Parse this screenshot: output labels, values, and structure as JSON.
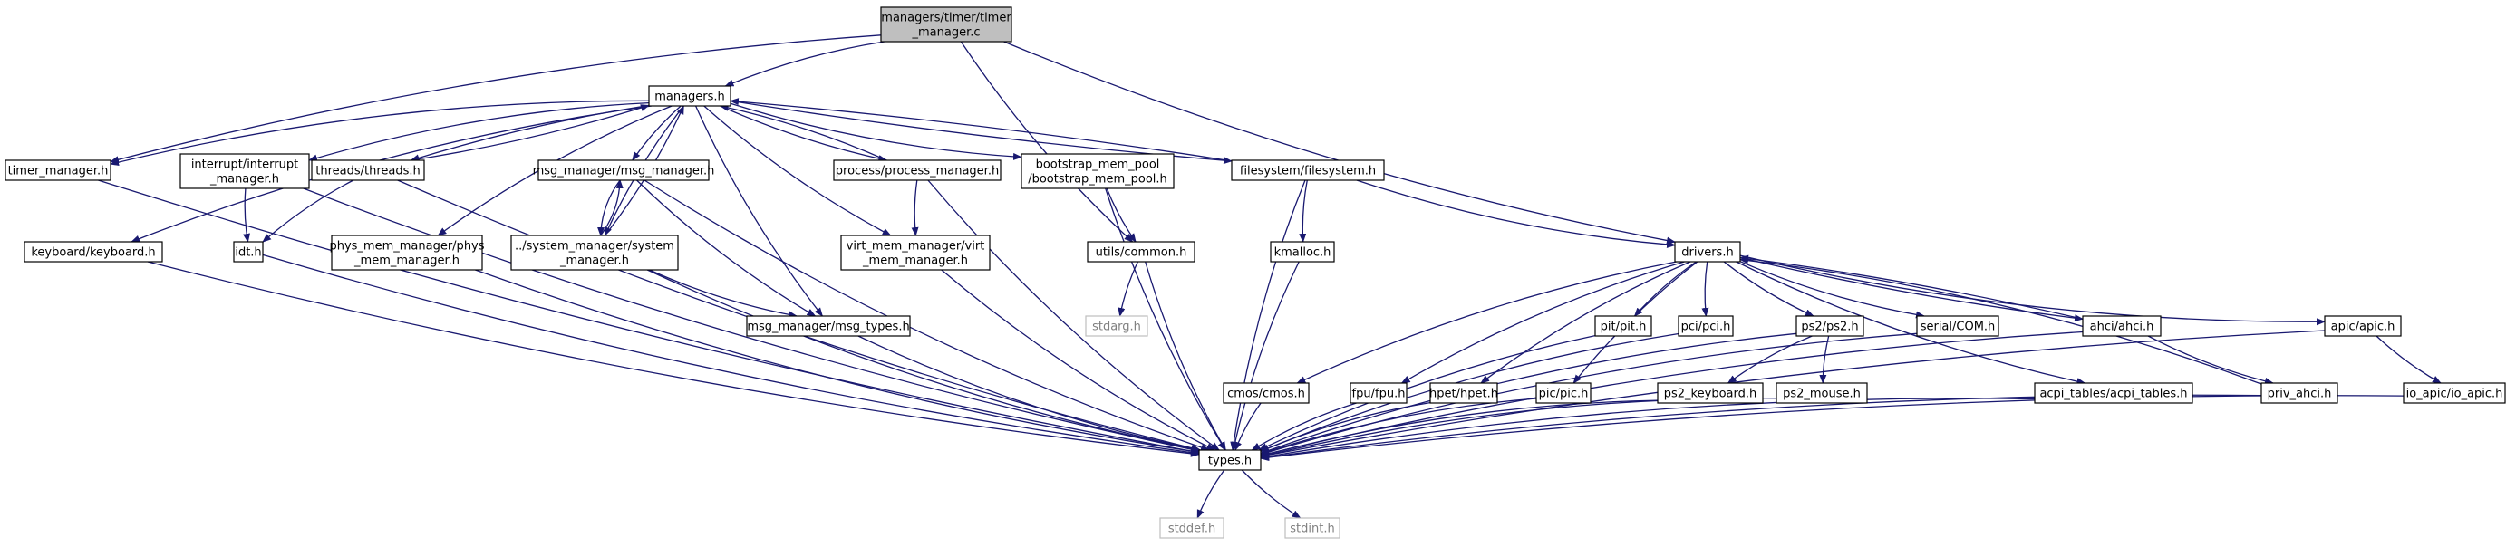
{
  "colors": {
    "edge": "#191970",
    "node_border": "#000000",
    "node_fill": "#ffffff",
    "root_fill": "#bfbfbf",
    "system_border": "#bfbfbf",
    "system_text": "#808080"
  },
  "nodes": [
    {
      "id": "timer_manager_c",
      "lines": [
        "managers/timer/timer",
        "_manager.c"
      ],
      "kind": "root"
    },
    {
      "id": "managers_h",
      "lines": [
        "managers.h"
      ],
      "kind": "file"
    },
    {
      "id": "timer_manager_h",
      "lines": [
        "timer_manager.h"
      ],
      "kind": "file"
    },
    {
      "id": "interrupt_manager_h",
      "lines": [
        "interrupt/interrupt",
        "_manager.h"
      ],
      "kind": "file"
    },
    {
      "id": "threads_h",
      "lines": [
        "threads/threads.h"
      ],
      "kind": "file"
    },
    {
      "id": "msg_manager_h",
      "lines": [
        "msg_manager/msg_manager.h"
      ],
      "kind": "file"
    },
    {
      "id": "process_manager_h",
      "lines": [
        "process/process_manager.h"
      ],
      "kind": "file"
    },
    {
      "id": "bootstrap_mem_pool_h",
      "lines": [
        "bootstrap_mem_pool",
        "/bootstrap_mem_pool.h"
      ],
      "kind": "file"
    },
    {
      "id": "filesystem_h",
      "lines": [
        "filesystem/filesystem.h"
      ],
      "kind": "file"
    },
    {
      "id": "keyboard_h",
      "lines": [
        "keyboard/keyboard.h"
      ],
      "kind": "file"
    },
    {
      "id": "idt_h",
      "lines": [
        "idt.h"
      ],
      "kind": "file"
    },
    {
      "id": "phys_mem_manager_h",
      "lines": [
        "phys_mem_manager/phys",
        "_mem_manager.h"
      ],
      "kind": "file"
    },
    {
      "id": "system_manager_h",
      "lines": [
        "../system_manager/system",
        "_manager.h"
      ],
      "kind": "file"
    },
    {
      "id": "virt_mem_manager_h",
      "lines": [
        "virt_mem_manager/virt",
        "_mem_manager.h"
      ],
      "kind": "file"
    },
    {
      "id": "utils_common_h",
      "lines": [
        "utils/common.h"
      ],
      "kind": "file"
    },
    {
      "id": "kmalloc_h",
      "lines": [
        "kmalloc.h"
      ],
      "kind": "file"
    },
    {
      "id": "drivers_h",
      "lines": [
        "drivers.h"
      ],
      "kind": "file"
    },
    {
      "id": "stdarg_h",
      "lines": [
        "stdarg.h"
      ],
      "kind": "system"
    },
    {
      "id": "msg_types_h",
      "lines": [
        "msg_manager/msg_types.h"
      ],
      "kind": "file"
    },
    {
      "id": "pit_h",
      "lines": [
        "pit/pit.h"
      ],
      "kind": "file"
    },
    {
      "id": "pci_h",
      "lines": [
        "pci/pci.h"
      ],
      "kind": "file"
    },
    {
      "id": "ps2_h",
      "lines": [
        "ps2/ps2.h"
      ],
      "kind": "file"
    },
    {
      "id": "com_h",
      "lines": [
        "serial/COM.h"
      ],
      "kind": "file"
    },
    {
      "id": "ahci_h",
      "lines": [
        "ahci/ahci.h"
      ],
      "kind": "file"
    },
    {
      "id": "apic_h",
      "lines": [
        "apic/apic.h"
      ],
      "kind": "file"
    },
    {
      "id": "cmos_h",
      "lines": [
        "cmos/cmos.h"
      ],
      "kind": "file"
    },
    {
      "id": "fpu_h",
      "lines": [
        "fpu/fpu.h"
      ],
      "kind": "file"
    },
    {
      "id": "hpet_h",
      "lines": [
        "hpet/hpet.h"
      ],
      "kind": "file"
    },
    {
      "id": "pic_h",
      "lines": [
        "pic/pic.h"
      ],
      "kind": "file"
    },
    {
      "id": "ps2_keyboard_h",
      "lines": [
        "ps2_keyboard.h"
      ],
      "kind": "file"
    },
    {
      "id": "ps2_mouse_h",
      "lines": [
        "ps2_mouse.h"
      ],
      "kind": "file"
    },
    {
      "id": "acpi_tables_h",
      "lines": [
        "acpi_tables/acpi_tables.h"
      ],
      "kind": "file"
    },
    {
      "id": "priv_ahci_h",
      "lines": [
        "priv_ahci.h"
      ],
      "kind": "file"
    },
    {
      "id": "io_apic_h",
      "lines": [
        "io_apic/io_apic.h"
      ],
      "kind": "file"
    },
    {
      "id": "types_h",
      "lines": [
        "types.h"
      ],
      "kind": "file"
    },
    {
      "id": "stddef_h",
      "lines": [
        "stddef.h"
      ],
      "kind": "system"
    },
    {
      "id": "stdint_h",
      "lines": [
        "stdint.h"
      ],
      "kind": "system"
    }
  ],
  "edges": [
    [
      "timer_manager_c",
      "managers_h"
    ],
    [
      "timer_manager_c",
      "timer_manager_h"
    ],
    [
      "timer_manager_c",
      "utils_common_h"
    ],
    [
      "timer_manager_c",
      "drivers_h"
    ],
    [
      "managers_h",
      "timer_manager_h"
    ],
    [
      "managers_h",
      "interrupt_manager_h"
    ],
    [
      "managers_h",
      "threads_h"
    ],
    [
      "managers_h",
      "keyboard_h"
    ],
    [
      "managers_h",
      "phys_mem_manager_h"
    ],
    [
      "managers_h",
      "msg_manager_h"
    ],
    [
      "managers_h",
      "system_manager_h"
    ],
    [
      "managers_h",
      "msg_types_h"
    ],
    [
      "managers_h",
      "process_manager_h"
    ],
    [
      "managers_h",
      "virt_mem_manager_h"
    ],
    [
      "managers_h",
      "bootstrap_mem_pool_h"
    ],
    [
      "managers_h",
      "filesystem_h"
    ],
    [
      "threads_h",
      "managers_h"
    ],
    [
      "process_manager_h",
      "managers_h"
    ],
    [
      "filesystem_h",
      "managers_h"
    ],
    [
      "system_manager_h",
      "managers_h"
    ],
    [
      "timer_manager_h",
      "types_h"
    ],
    [
      "interrupt_manager_h",
      "idt_h"
    ],
    [
      "interrupt_manager_h",
      "types_h"
    ],
    [
      "threads_h",
      "idt_h"
    ],
    [
      "threads_h",
      "types_h"
    ],
    [
      "keyboard_h",
      "types_h"
    ],
    [
      "idt_h",
      "types_h"
    ],
    [
      "phys_mem_manager_h",
      "types_h"
    ],
    [
      "msg_manager_h",
      "system_manager_h"
    ],
    [
      "msg_manager_h",
      "msg_types_h"
    ],
    [
      "msg_manager_h",
      "types_h"
    ],
    [
      "system_manager_h",
      "msg_manager_h"
    ],
    [
      "system_manager_h",
      "msg_types_h"
    ],
    [
      "system_manager_h",
      "types_h"
    ],
    [
      "process_manager_h",
      "virt_mem_manager_h"
    ],
    [
      "process_manager_h",
      "types_h"
    ],
    [
      "virt_mem_manager_h",
      "types_h"
    ],
    [
      "bootstrap_mem_pool_h",
      "utils_common_h"
    ],
    [
      "bootstrap_mem_pool_h",
      "types_h"
    ],
    [
      "utils_common_h",
      "stdarg_h"
    ],
    [
      "utils_common_h",
      "types_h"
    ],
    [
      "filesystem_h",
      "kmalloc_h"
    ],
    [
      "filesystem_h",
      "drivers_h"
    ],
    [
      "filesystem_h",
      "types_h"
    ],
    [
      "kmalloc_h",
      "types_h"
    ],
    [
      "msg_types_h",
      "types_h"
    ],
    [
      "drivers_h",
      "cmos_h"
    ],
    [
      "drivers_h",
      "fpu_h"
    ],
    [
      "drivers_h",
      "hpet_h"
    ],
    [
      "drivers_h",
      "pic_h"
    ],
    [
      "drivers_h",
      "pit_h"
    ],
    [
      "drivers_h",
      "pci_h"
    ],
    [
      "drivers_h",
      "ps2_h"
    ],
    [
      "drivers_h",
      "com_h"
    ],
    [
      "drivers_h",
      "acpi_tables_h"
    ],
    [
      "drivers_h",
      "ahci_h"
    ],
    [
      "drivers_h",
      "apic_h"
    ],
    [
      "ahci_h",
      "drivers_h"
    ],
    [
      "priv_ahci_h",
      "drivers_h"
    ],
    [
      "ps2_h",
      "ps2_keyboard_h"
    ],
    [
      "ps2_h",
      "ps2_mouse_h"
    ],
    [
      "ps2_h",
      "types_h"
    ],
    [
      "ahci_h",
      "priv_ahci_h"
    ],
    [
      "ahci_h",
      "types_h"
    ],
    [
      "apic_h",
      "io_apic_h"
    ],
    [
      "apic_h",
      "types_h"
    ],
    [
      "cmos_h",
      "types_h"
    ],
    [
      "fpu_h",
      "types_h"
    ],
    [
      "hpet_h",
      "types_h"
    ],
    [
      "pic_h",
      "types_h"
    ],
    [
      "pit_h",
      "types_h"
    ],
    [
      "pci_h",
      "types_h"
    ],
    [
      "com_h",
      "types_h"
    ],
    [
      "ps2_keyboard_h",
      "types_h"
    ],
    [
      "ps2_mouse_h",
      "types_h"
    ],
    [
      "acpi_tables_h",
      "types_h"
    ],
    [
      "priv_ahci_h",
      "types_h"
    ],
    [
      "io_apic_h",
      "types_h"
    ],
    [
      "types_h",
      "stddef_h"
    ],
    [
      "types_h",
      "stdint_h"
    ]
  ]
}
